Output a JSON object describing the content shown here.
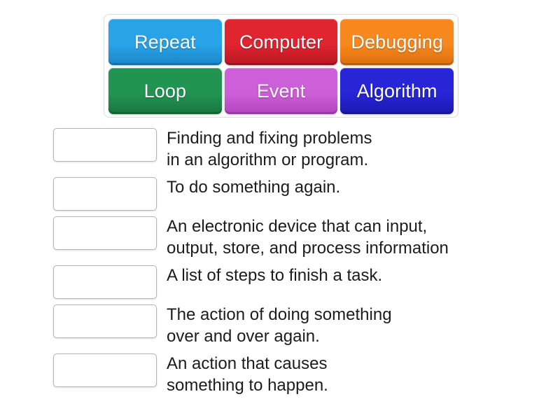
{
  "activity": {
    "type": "match-up",
    "word_bank": {
      "name": "word-bank",
      "rows": [
        [
          {
            "label": "Repeat",
            "color": "#29a3e8",
            "color_dark": "#1b86c9",
            "name": "repeat"
          },
          {
            "label": "Computer",
            "color": "#e02430",
            "color_dark": "#b81823",
            "name": "computer"
          },
          {
            "label": "Debugging",
            "color": "#f7881f",
            "color_dark": "#dd6f0c",
            "name": "debugging"
          }
        ],
        [
          {
            "label": "Loop",
            "color": "#229451",
            "color_dark": "#17773e",
            "name": "loop"
          },
          {
            "label": "Event",
            "color": "#cd5fd8",
            "color_dark": "#b244be",
            "name": "event"
          },
          {
            "label": "Algorithm",
            "color": "#2725d6",
            "color_dark": "#1c1ab0",
            "name": "algorithm"
          }
        ]
      ]
    },
    "questions": [
      {
        "name": "question-debugging",
        "answer_value": "",
        "lines": [
          "Finding and fixing problems",
          "in an algorithm or program."
        ]
      },
      {
        "name": "question-repeat",
        "answer_value": "",
        "lines": [
          "To do something again."
        ]
      },
      {
        "name": "question-computer",
        "answer_value": "",
        "lines": [
          "An electronic device that can input,",
          "output, store, and process information"
        ]
      },
      {
        "name": "question-algorithm",
        "answer_value": "",
        "lines": [
          "A list of steps to finish a task."
        ]
      },
      {
        "name": "question-loop",
        "answer_value": "",
        "lines": [
          "The action of doing something",
          "over and over again."
        ]
      },
      {
        "name": "question-event",
        "answer_value": "",
        "lines": [
          "An action that causes",
          "something to happen."
        ]
      }
    ]
  },
  "colors": {
    "background": "#ffffff",
    "text": "#1c1c1c",
    "drop_zone_border": "#b5b5b5",
    "bank_border": "#dcdcdc"
  }
}
